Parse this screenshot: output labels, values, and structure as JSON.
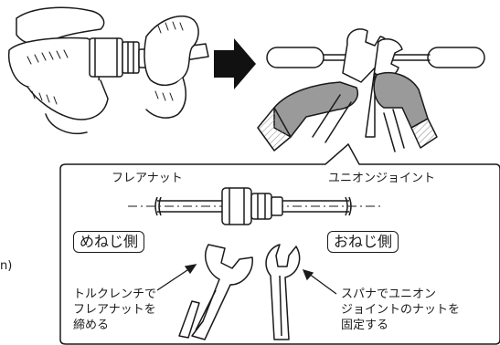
{
  "labels": {
    "flare_nut": "フレアナット",
    "union_joint": "ユニオンジョイント",
    "female_side": "めねじ側",
    "male_side": "おねじ側",
    "torque_wrench_lines": [
      "トルクレンチで",
      "フレアナットを",
      "締める"
    ],
    "spanner_lines": [
      "スパナでユニオン",
      "ジョイントのナットを",
      "固定する"
    ],
    "edge_fragment": "n)"
  },
  "colors": {
    "line": "#1a1a1a",
    "glove": "#9a9a9a",
    "arrow": "#111111"
  }
}
